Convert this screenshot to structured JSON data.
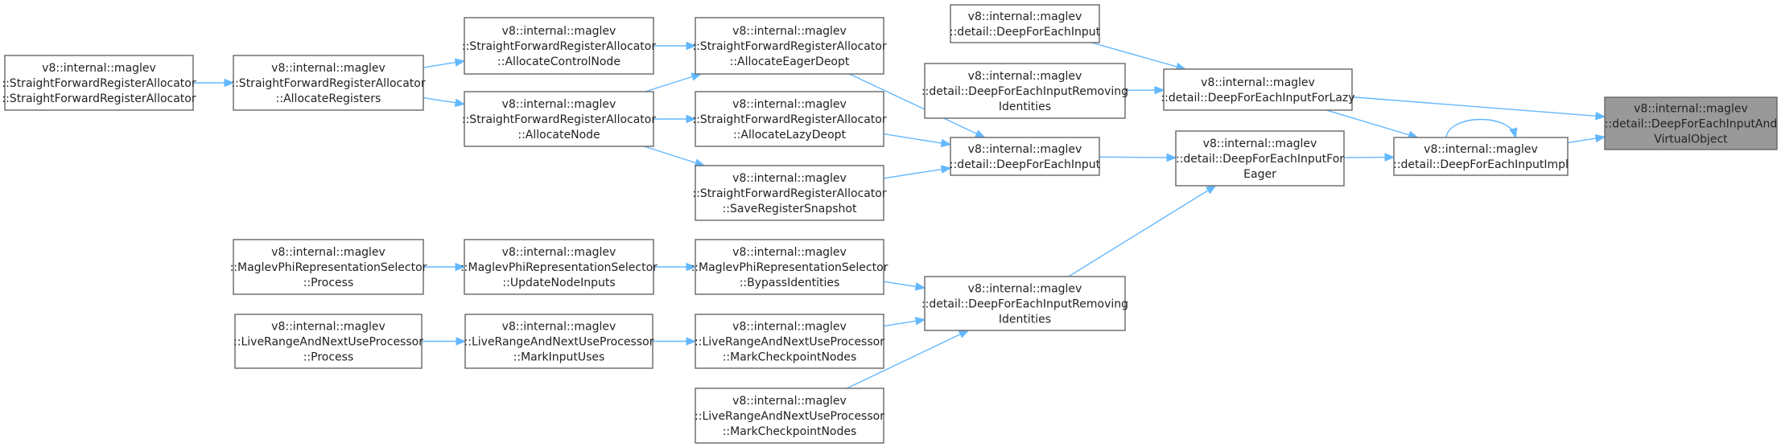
{
  "colors": {
    "edge": "#63b8ff",
    "node_border": "#666666",
    "highlight_fill": "#999999",
    "text": "#222222"
  },
  "nodes": [
    {
      "id": "n_sfra_ctor",
      "lines": [
        "v8::internal::maglev",
        "::StraightForwardRegisterAllocator",
        "::StraightForwardRegisterAllocator"
      ]
    },
    {
      "id": "n_alloc_regs",
      "lines": [
        "v8::internal::maglev",
        "::StraightForwardRegisterAllocator",
        "::AllocateRegisters"
      ]
    },
    {
      "id": "n_alloc_ctrl",
      "lines": [
        "v8::internal::maglev",
        "::StraightForwardRegisterAllocator",
        "::AllocateControlNode"
      ]
    },
    {
      "id": "n_alloc_node",
      "lines": [
        "v8::internal::maglev",
        "::StraightForwardRegisterAllocator",
        "::AllocateNode"
      ]
    },
    {
      "id": "n_alloc_eager",
      "lines": [
        "v8::internal::maglev",
        "::StraightForwardRegisterAllocator",
        "::AllocateEagerDeopt"
      ]
    },
    {
      "id": "n_alloc_lazy",
      "lines": [
        "v8::internal::maglev",
        "::StraightForwardRegisterAllocator",
        "::AllocateLazyDeopt"
      ]
    },
    {
      "id": "n_save_snap",
      "lines": [
        "v8::internal::maglev",
        "::StraightForwardRegisterAllocator",
        "::SaveRegisterSnapshot"
      ]
    },
    {
      "id": "n_deep_top",
      "lines": [
        "v8::internal::maglev",
        "::detail::DeepForEachInput"
      ]
    },
    {
      "id": "n_removing_top",
      "lines": [
        "v8::internal::maglev",
        "::detail::DeepForEachInputRemoving",
        "Identities"
      ]
    },
    {
      "id": "n_deep_mid",
      "lines": [
        "v8::internal::maglev",
        "::detail::DeepForEachInput"
      ]
    },
    {
      "id": "n_for_lazy",
      "lines": [
        "v8::internal::maglev",
        "::detail::DeepForEachInputForLazy"
      ]
    },
    {
      "id": "n_for_eager",
      "lines": [
        "v8::internal::maglev",
        "::detail::DeepForEachInputFor",
        "Eager"
      ]
    },
    {
      "id": "n_impl",
      "lines": [
        "v8::internal::maglev",
        "::detail::DeepForEachInputImpl"
      ]
    },
    {
      "id": "n_target",
      "lines": [
        "v8::internal::maglev",
        "::detail::DeepForEachInputAnd",
        "VirtualObject"
      ],
      "highlight": true
    },
    {
      "id": "n_phi_process",
      "lines": [
        "v8::internal::maglev",
        "::MaglevPhiRepresentationSelector",
        "::Process"
      ]
    },
    {
      "id": "n_phi_update",
      "lines": [
        "v8::internal::maglev",
        "::MaglevPhiRepresentationSelector",
        "::UpdateNodeInputs"
      ]
    },
    {
      "id": "n_phi_bypass",
      "lines": [
        "v8::internal::maglev",
        "::MaglevPhiRepresentationSelector",
        "::BypassIdentities"
      ]
    },
    {
      "id": "n_removing_bottom",
      "lines": [
        "v8::internal::maglev",
        "::detail::DeepForEachInputRemoving",
        "Identities"
      ]
    },
    {
      "id": "n_lr_process",
      "lines": [
        "v8::internal::maglev",
        "::LiveRangeAndNextUseProcessor",
        "::Process"
      ]
    },
    {
      "id": "n_lr_mark_input",
      "lines": [
        "v8::internal::maglev",
        "::LiveRangeAndNextUseProcessor",
        "::MarkInputUses"
      ]
    },
    {
      "id": "n_lr_mark_cp1",
      "lines": [
        "v8::internal::maglev",
        "::LiveRangeAndNextUseProcessor",
        "::MarkCheckpointNodes"
      ]
    },
    {
      "id": "n_lr_mark_cp2",
      "lines": [
        "v8::internal::maglev",
        "::LiveRangeAndNextUseProcessor",
        "::MarkCheckpointNodes"
      ]
    }
  ],
  "edges": [
    {
      "from": "n_sfra_ctor",
      "to": "n_alloc_regs"
    },
    {
      "from": "n_alloc_regs",
      "to": "n_alloc_ctrl"
    },
    {
      "from": "n_alloc_regs",
      "to": "n_alloc_node"
    },
    {
      "from": "n_alloc_ctrl",
      "to": "n_alloc_eager"
    },
    {
      "from": "n_alloc_node",
      "to": "n_alloc_eager"
    },
    {
      "from": "n_alloc_node",
      "to": "n_alloc_lazy"
    },
    {
      "from": "n_alloc_node",
      "to": "n_save_snap"
    },
    {
      "from": "n_alloc_eager",
      "to": "n_deep_mid"
    },
    {
      "from": "n_alloc_lazy",
      "to": "n_deep_mid"
    },
    {
      "from": "n_save_snap",
      "to": "n_deep_mid"
    },
    {
      "from": "n_deep_top",
      "to": "n_for_lazy"
    },
    {
      "from": "n_removing_top",
      "to": "n_for_lazy"
    },
    {
      "from": "n_deep_mid",
      "to": "n_for_eager"
    },
    {
      "from": "n_for_lazy",
      "to": "n_impl"
    },
    {
      "from": "n_for_lazy",
      "to": "n_target"
    },
    {
      "from": "n_for_eager",
      "to": "n_impl"
    },
    {
      "from": "n_impl",
      "to": "n_impl"
    },
    {
      "from": "n_impl",
      "to": "n_target"
    },
    {
      "from": "n_removing_bottom",
      "to": "n_for_eager"
    },
    {
      "from": "n_phi_process",
      "to": "n_phi_update"
    },
    {
      "from": "n_phi_update",
      "to": "n_phi_bypass"
    },
    {
      "from": "n_phi_bypass",
      "to": "n_removing_bottom"
    },
    {
      "from": "n_lr_process",
      "to": "n_lr_mark_input"
    },
    {
      "from": "n_lr_mark_input",
      "to": "n_lr_mark_cp1"
    },
    {
      "from": "n_lr_mark_cp1",
      "to": "n_removing_bottom"
    },
    {
      "from": "n_lr_mark_cp2",
      "to": "n_removing_bottom"
    }
  ]
}
